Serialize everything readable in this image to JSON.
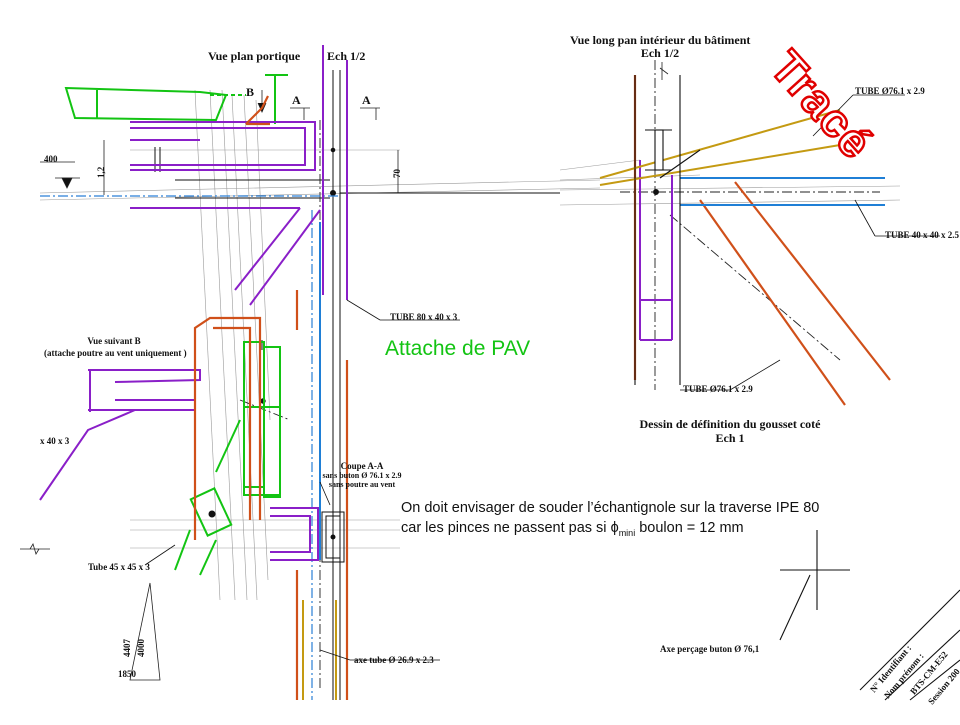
{
  "labels": {
    "vue_plan": "Vue plan portique",
    "ech_left": "Ech 1/2",
    "letter_b": "B",
    "section_a1": "A",
    "section_a2": "A",
    "vue_long_1": "Vue long pan intérieur du bâtiment",
    "vue_long_2": "Ech 1/2",
    "tube_top_right": "TUBE Ø76.1 x 2.9",
    "tube_40": "TUBE 40 x 40 x 2.5",
    "tube_80": "TUBE 80 x 40 x 3",
    "tube_76_bottom": "TUBE Ø76.1 x 2.9",
    "dessin_1": "Dessin de définition du  gousset coté",
    "dessin_2": "Ech 1",
    "vue_b_1": "Vue suivant B",
    "vue_b_2": "(attache poutre au vent uniquement )",
    "tube_40x3": "x 40 x 3",
    "coupe_1": "Coupe A-A",
    "coupe_2": "sans buton Ø 76.1 x 2.9",
    "coupe_3": "sans poutre au vent",
    "tube_45": "Tube 45 x 45 x 3",
    "axe_tube": "axe tube Ø 26.9 x 2.3",
    "axe_percage": "Axe perçage  buton Ø 76,1",
    "dim_1850": "1850",
    "dim_4000": "4000",
    "dim_4407": "4407",
    "dim_70": "70",
    "dim_400": "400",
    "dim_1_2": "1,2",
    "ident": "N° Identifiant :",
    "nom": "Nom prénom :",
    "bts": "BTS-CM-E52",
    "session": "Session 200"
  },
  "title_green": "Attache de PAV",
  "note_line1": "On doit envisager de souder l’échantignole sur la traverse IPE 80",
  "note_line2_a": "car les pinces ne passent pas si ",
  "note_phi": "ϕ",
  "note_sub": "mini",
  "note_line2_b": " boulon = 12 mm",
  "stamp": "Tracé",
  "colors": {
    "green": "#13c413",
    "purple": "#8a1fc8",
    "orange": "#d0501a",
    "gold": "#c49a12",
    "blue": "#1f7fd6",
    "ink": "#111111",
    "stamp_red": "#e00000"
  }
}
